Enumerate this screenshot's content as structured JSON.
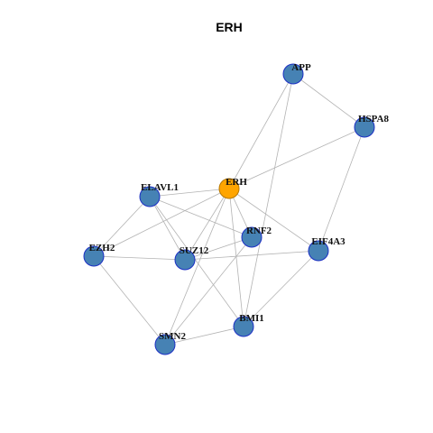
{
  "title": "ERH",
  "colors": {
    "node_fill": "#4682B4",
    "node_stroke": "#1c2fc4",
    "hub_fill": "#FFA500",
    "hub_stroke": "#b87800",
    "edge": "#b3b3b3"
  },
  "nodes": [
    {
      "id": "APP",
      "label": "APP",
      "hub": false
    },
    {
      "id": "HSPA8",
      "label": "HSPA8",
      "hub": false
    },
    {
      "id": "ERH",
      "label": "ERH",
      "hub": true
    },
    {
      "id": "ELAVL1",
      "label": "ELAVL1",
      "hub": false
    },
    {
      "id": "RNF2",
      "label": "RNF2",
      "hub": false
    },
    {
      "id": "EIF4A3",
      "label": "EIF4A3",
      "hub": false
    },
    {
      "id": "EZH2",
      "label": "EZH2",
      "hub": false
    },
    {
      "id": "SUZ12",
      "label": "SUZ12",
      "hub": false
    },
    {
      "id": "BMI1",
      "label": "BMI1",
      "hub": false
    },
    {
      "id": "SMN2",
      "label": "SMN2",
      "hub": false
    }
  ],
  "edges": [
    [
      "APP",
      "HSPA8"
    ],
    [
      "APP",
      "ERH"
    ],
    [
      "APP",
      "BMI1"
    ],
    [
      "HSPA8",
      "ERH"
    ],
    [
      "HSPA8",
      "EIF4A3"
    ],
    [
      "ERH",
      "ELAVL1"
    ],
    [
      "ERH",
      "RNF2"
    ],
    [
      "ERH",
      "EIF4A3"
    ],
    [
      "ERH",
      "EZH2"
    ],
    [
      "ERH",
      "SUZ12"
    ],
    [
      "ERH",
      "BMI1"
    ],
    [
      "ERH",
      "SMN2"
    ],
    [
      "ELAVL1",
      "EZH2"
    ],
    [
      "ELAVL1",
      "SUZ12"
    ],
    [
      "ELAVL1",
      "RNF2"
    ],
    [
      "ELAVL1",
      "BMI1"
    ],
    [
      "RNF2",
      "SUZ12"
    ],
    [
      "RNF2",
      "SMN2"
    ],
    [
      "EZH2",
      "SUZ12"
    ],
    [
      "EZH2",
      "SMN2"
    ],
    [
      "SUZ12",
      "EIF4A3"
    ],
    [
      "EIF4A3",
      "BMI1"
    ],
    [
      "BMI1",
      "SMN2"
    ]
  ]
}
